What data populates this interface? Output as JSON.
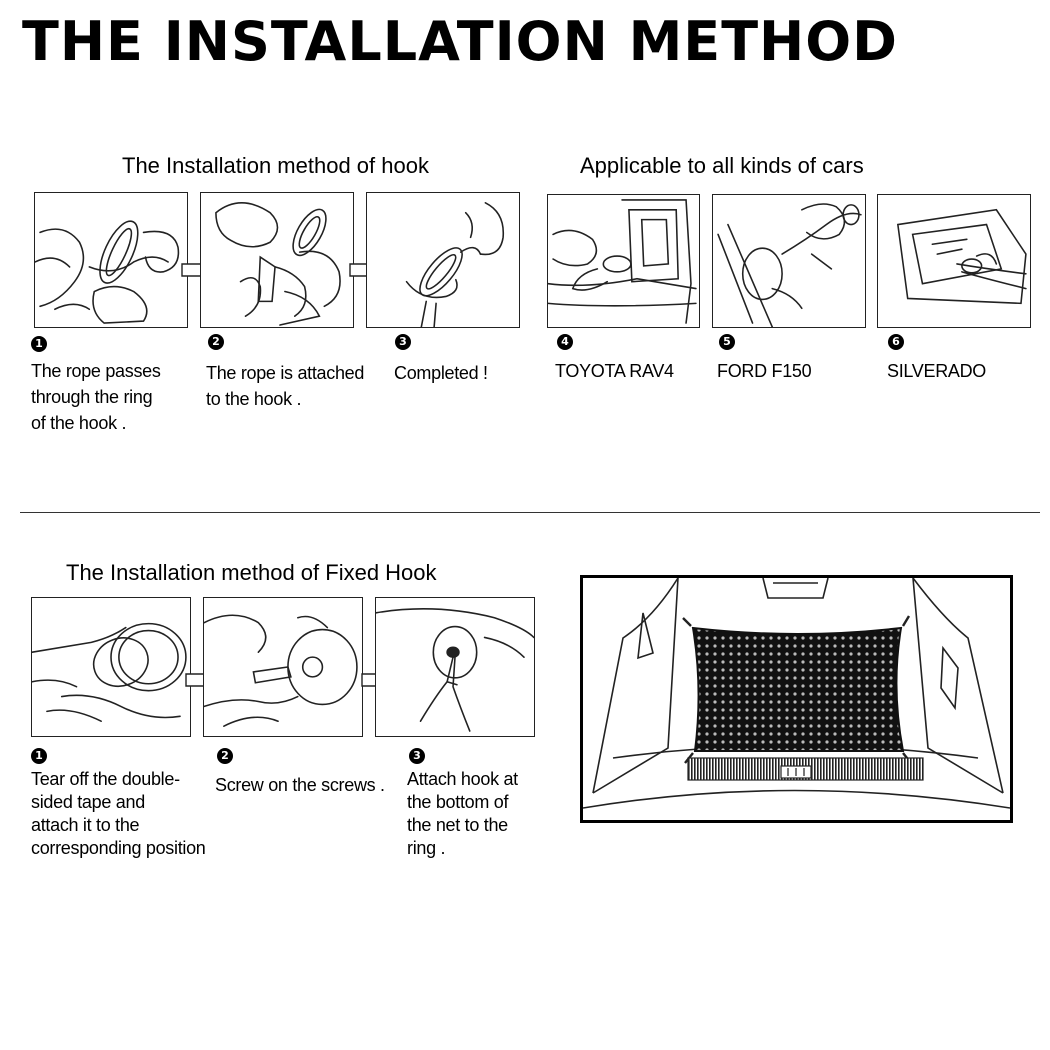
{
  "title": "THE INSTALLATION METHOD",
  "top_left": {
    "heading": "The Installation method of hook",
    "steps": [
      {
        "num": "1",
        "caption": "The rope passes\n through the ring\nof the hook ."
      },
      {
        "num": "2",
        "caption": "The rope is attached\nto the hook ."
      },
      {
        "num": "3",
        "caption": "Completed !"
      }
    ]
  },
  "top_right": {
    "heading": "Applicable to all kinds of cars",
    "steps": [
      {
        "num": "4",
        "caption": "TOYOTA RAV4"
      },
      {
        "num": "5",
        "caption": "FORD F150"
      },
      {
        "num": "6",
        "caption": "SILVERADO"
      }
    ]
  },
  "bottom_left": {
    "heading": "The Installation method of Fixed Hook",
    "steps": [
      {
        "num": "1",
        "caption": "Tear off the double-\nsided tape and\nattach it to the\ncorresponding position"
      },
      {
        "num": "2",
        "caption": "Screw on the screws ."
      },
      {
        "num": "3",
        "caption": "Attach hook at\nthe bottom of\nthe net to the\nring ."
      }
    ]
  }
}
